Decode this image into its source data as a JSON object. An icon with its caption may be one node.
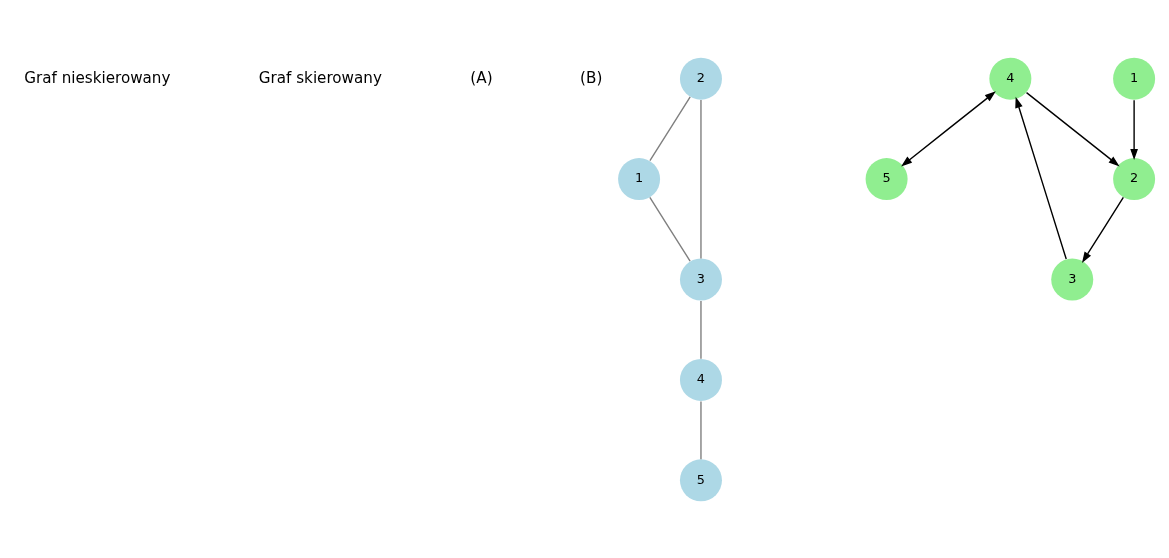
{
  "diagram": {
    "nodes": [
      {
        "text": [
          "2"
        ]
      },
      {
        "text": [
          "1"
        ]
      },
      {
        "text": [
          "3"
        ]
      },
      {
        "text": [
          "4"
        ]
      },
      {
        "text": [
          "5"
        ]
      },
      {
        "text": [
          "5"
        ]
      },
      {
        "text": [
          "4"
        ]
      },
      {
        "text": [
          "3"
        ]
      },
      {
        "text": [
          "1"
        ]
      },
      {
        "text": [
          "2"
        ]
      }
    ],
    "edges": [
      {
        "from": 0,
        "to": 1,
        "arrow": "none",
        "color": "#808080"
      },
      {
        "from": 0,
        "to": 2,
        "arrow": "none",
        "color": "#808080"
      },
      {
        "from": 1,
        "to": 2,
        "arrow": "none",
        "color": "#808080"
      },
      {
        "from": 2,
        "to": 3,
        "arrow": "none",
        "color": "#808080"
      },
      {
        "from": 3,
        "to": 4,
        "arrow": "none",
        "color": "#808080"
      },
      {
        "from": 6,
        "to": 5,
        "arrow": "both",
        "color": "#000000"
      },
      {
        "from": 7,
        "to": 6,
        "arrow": "to",
        "color": "#000000"
      },
      {
        "from": 6,
        "to": 9,
        "arrow": "to",
        "color": "#000000"
      },
      {
        "from": 8,
        "to": 9,
        "arrow": "to",
        "color": "#000000"
      },
      {
        "from": 9,
        "to": 7,
        "arrow": "to",
        "color": "#000000"
      }
    ],
    "labels": [
      "Graf nieskierowany",
      "Graf skierowany",
      "(A)",
      "(B)"
    ]
  }
}
